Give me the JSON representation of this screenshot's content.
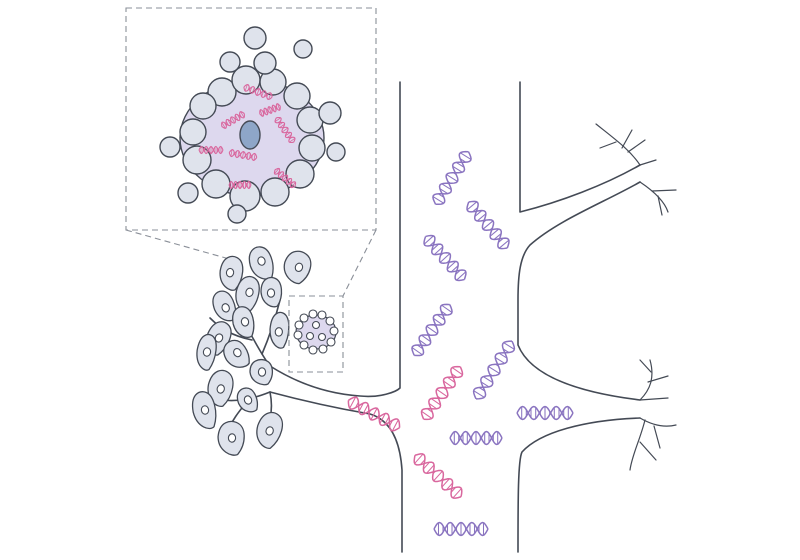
{
  "figure": {
    "colors": {
      "background": "#ffffff",
      "outline": "#444a55",
      "inset_fill": "#ebe9f4",
      "cell_fill": "#dfe3ec",
      "halo_fill": "#ddd8ee",
      "nucleus_fill": "#8ea6c8",
      "dna_pink": "#d9679e",
      "dna_purple": "#8a74c0"
    },
    "icons": [
      "cell-cluster",
      "vesicle-cluster",
      "dna-helix",
      "vessel-branch",
      "zoom-inset"
    ]
  }
}
